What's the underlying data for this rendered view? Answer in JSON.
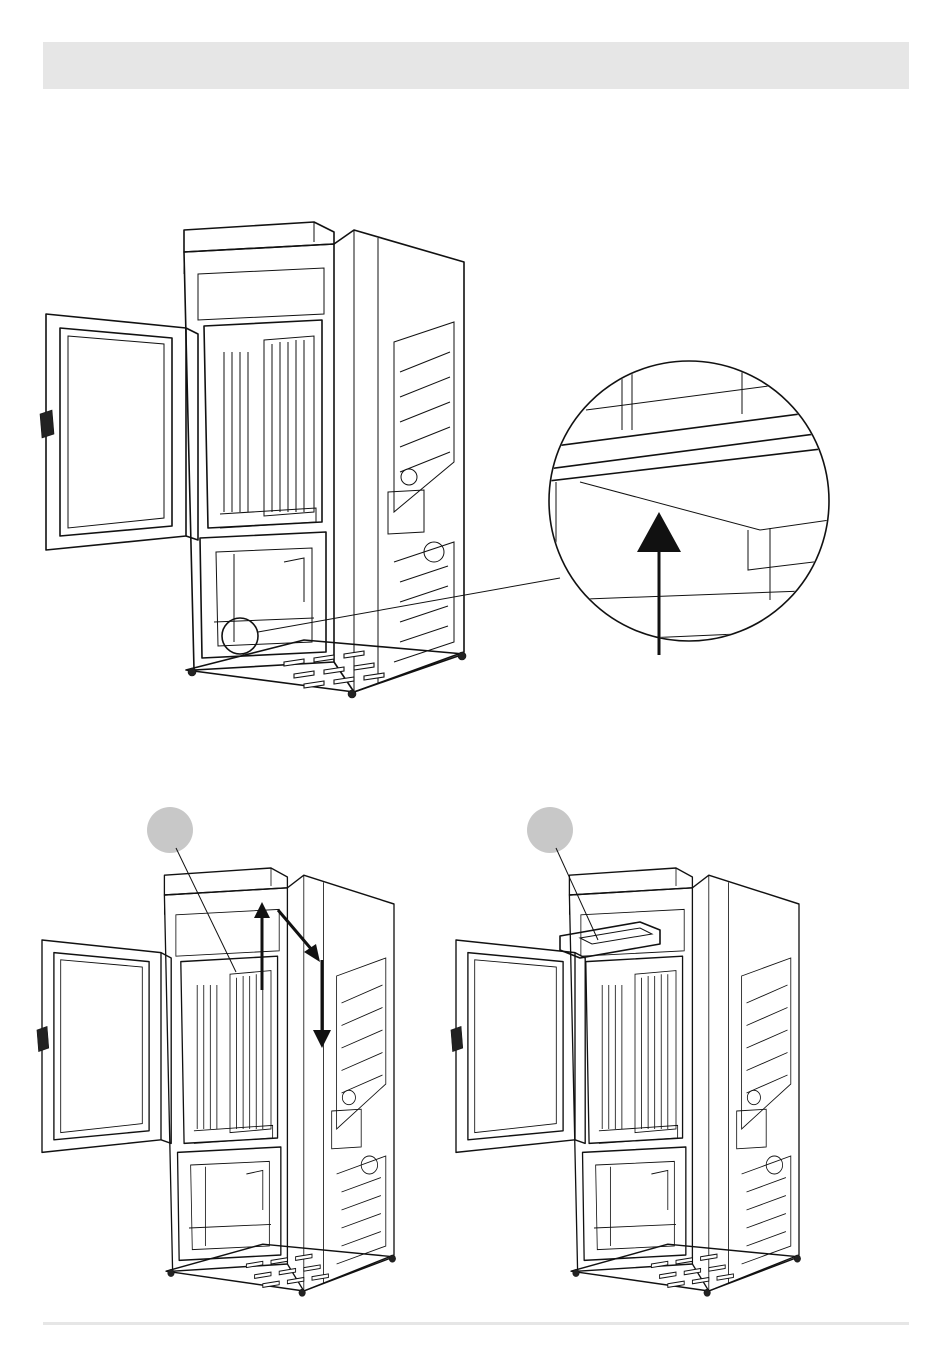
{
  "page": {
    "header_bar_text": "",
    "step_markers": [
      "",
      ""
    ]
  },
  "figures": {
    "top": {
      "name": "stove-open-door-with-detail"
    },
    "bottom_left": {
      "name": "stove-remove-baffle"
    },
    "bottom_right": {
      "name": "stove-baffle-removed"
    }
  },
  "colors": {
    "header_bar": "#e6e6e6",
    "marker": "#c8c8c8",
    "line": "#111111"
  }
}
